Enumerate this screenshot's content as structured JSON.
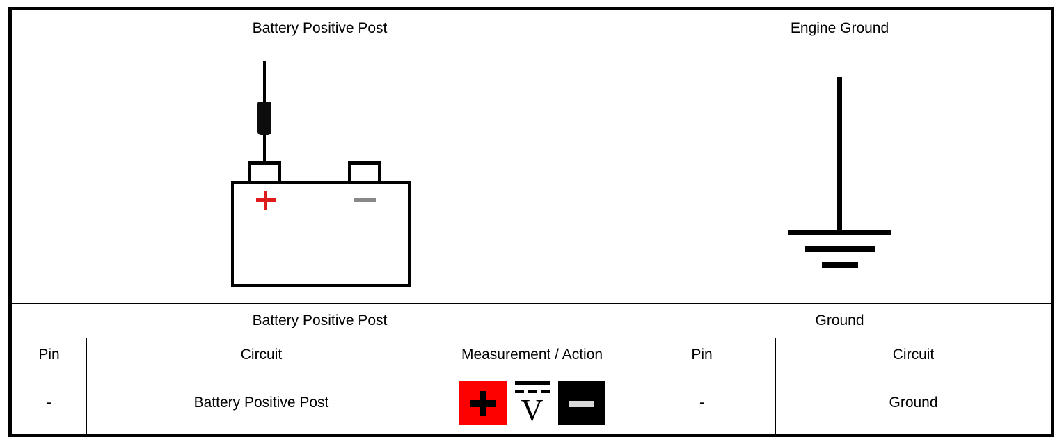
{
  "diagram": {
    "title_row": {
      "left": "Battery Positive Post",
      "right": "Engine Ground"
    },
    "symbols": {
      "left": {
        "name": "battery-symbol",
        "positive_marker": "+",
        "negative_marker": "–",
        "probe_attached_to": "positive post",
        "positive_color": "#e01b1b",
        "negative_color": "#888888"
      },
      "right": {
        "name": "chassis-ground-symbol",
        "bars": 3
      }
    },
    "subtitle_row": {
      "left": "Battery Positive Post",
      "right": "Ground"
    },
    "table": {
      "headers": {
        "left_pin": "Pin",
        "left_circuit": "Circuit",
        "measurement": "Measurement / Action",
        "right_pin": "Pin",
        "right_circuit": "Circuit"
      },
      "row": {
        "left_pin": "-",
        "left_circuit": "Battery Positive Post",
        "right_pin": "-",
        "right_circuit": "Ground",
        "measurement_icons": [
          {
            "name": "positive-lead-icon",
            "glyph": "+",
            "background": "#fd0000",
            "foreground": "#000000"
          },
          {
            "name": "dc-voltage-icon",
            "glyph": "V",
            "background": "#ffffff",
            "foreground": "#000000"
          },
          {
            "name": "negative-lead-icon",
            "glyph": "–",
            "background": "#000000",
            "foreground": "#d8d8d8"
          }
        ]
      }
    }
  }
}
